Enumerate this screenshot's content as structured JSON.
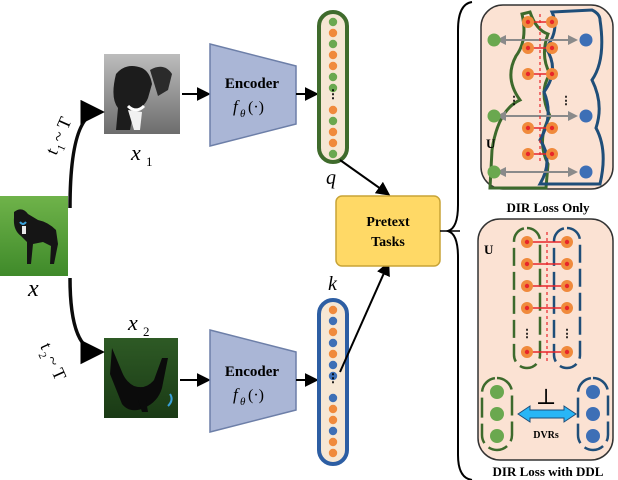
{
  "inputs": {
    "x_label": "x",
    "x1_label": "x",
    "x1_sub": "1",
    "x2_label": "x",
    "x2_sub": "2",
    "t1_label": "t",
    "t1_sub": "1",
    "t1_tail": " ~ T",
    "t2_label": "t",
    "t2_sub": "2",
    "t2_tail": " ~ T"
  },
  "encoders": {
    "top_title": "Encoder",
    "bottom_title": "Encoder",
    "func_f": "f",
    "func_theta": "θ",
    "func_arg": "(·)"
  },
  "features": {
    "q_label": "q",
    "k_label": "k",
    "ellipsis": "⋮"
  },
  "pretext": {
    "line1": "Pretext",
    "line2": "Tasks"
  },
  "panels": {
    "top_u": "U",
    "top_caption": "DIR Loss Only",
    "bottom_u": "U",
    "bottom_caption": "DIR Loss with DDL",
    "perp": "⊥",
    "dvrs": "DVRs",
    "ellipsis": "⋮"
  },
  "colors": {
    "green": "#6aa84f",
    "dark_green": "#2e5e1f",
    "blue": "#3d6fb6",
    "dark_blue": "#1f4e79",
    "orange": "#f08a3c",
    "red": "#e8262a",
    "panel_bg": "#fbe2d3",
    "pretext_bg": "#ffd966",
    "encoder_fill": "#aab6d6",
    "cyan_arrow": "#29b6f6"
  }
}
